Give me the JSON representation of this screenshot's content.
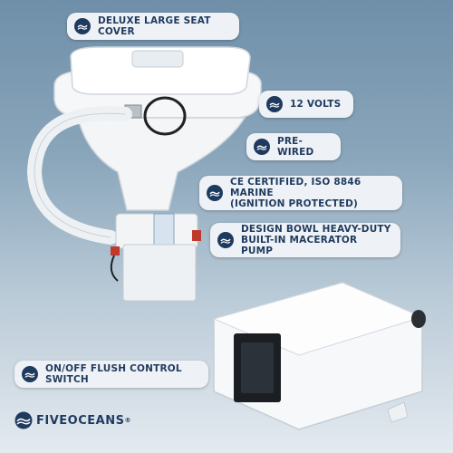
{
  "callouts": [
    {
      "label": "DELUXE LARGE SEAT COVER"
    },
    {
      "label": "12 VOLTS"
    },
    {
      "label": "PRE-WIRED"
    },
    {
      "label_lines": [
        "CE CERTIFIED, ISO 8846 MARINE",
        "(IGNITION PROTECTED)"
      ]
    },
    {
      "label_lines": [
        "DESIGN BOWL HEAVY-DUTY",
        "BUILT-IN MACERATOR PUMP"
      ]
    },
    {
      "label": "ON/OFF FLUSH CONTROL SWITCH"
    }
  ],
  "brand": {
    "name": "FIVEOCEANS",
    "reg": "®"
  },
  "colors": {
    "navy": "#1f3a5f",
    "callout_bg": "#eef2f6",
    "product_white": "#f4f6f8"
  }
}
